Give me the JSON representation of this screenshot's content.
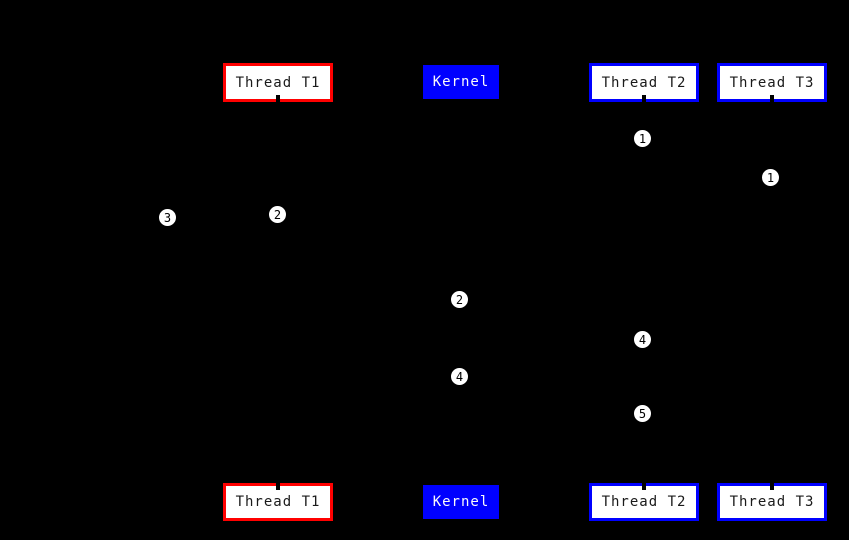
{
  "diagram": {
    "background_color": "#000000",
    "colors": {
      "red_border": "#ff0000",
      "blue": "#0000ff",
      "box_fill": "#ffffff",
      "box_text": "#1a1a1a",
      "kernel_text": "#fafafa"
    },
    "actors_top": [
      {
        "label": "Thread T1"
      },
      {
        "label": "Kernel"
      },
      {
        "label": "Thread T2"
      },
      {
        "label": "Thread T3"
      }
    ],
    "actors_bottom": [
      {
        "label": "Thread T1"
      },
      {
        "label": "Kernel"
      },
      {
        "label": "Thread T2"
      },
      {
        "label": "Thread T3"
      }
    ],
    "sequence_markers": [
      {
        "value": "1"
      },
      {
        "value": "1"
      },
      {
        "value": "3"
      },
      {
        "value": "2"
      },
      {
        "value": "2"
      },
      {
        "value": "4"
      },
      {
        "value": "4"
      },
      {
        "value": "5"
      }
    ]
  }
}
